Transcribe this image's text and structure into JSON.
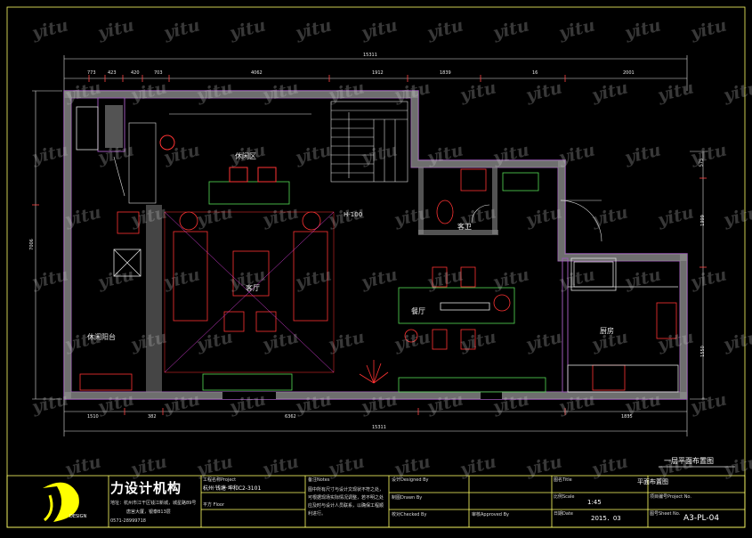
{
  "rooms": {
    "leisure_area": "休闲区",
    "living_room": "客厅",
    "dining_room": "餐厅",
    "kitchen": "厨房",
    "guest_wc": "客卫",
    "leisure_balcony": "休闲阳台",
    "stair_level": "H-100"
  },
  "dimensions": {
    "top_total": "15311",
    "top_segments": [
      "773",
      "423",
      "420",
      "703",
      "4062",
      "1912",
      "1839",
      "16",
      "2001"
    ],
    "bottom_total": "15311",
    "bottom_segments": [
      "1510",
      "382",
      "6362",
      "1835"
    ],
    "left_height": "7006",
    "right_segments": [
      "575",
      "1999",
      "1550"
    ]
  },
  "sheet_title": "一层平面布置图",
  "title_block": {
    "company_name": "力设计机构",
    "logo_label": "DESIGN",
    "address_line1": "地址：杭州市江干区钱江新城，城星路89号",
    "address_line2": "唐宫大厦，银泰B13层",
    "phone": "0571-28999718",
    "project_label": "工程名称Project",
    "project_value": "杭州·钱塘·坤和C2-3101",
    "area_label": "平方 Floor",
    "notes_label": "备注Notes",
    "notes_text": "图中所有尺寸与设计文现状不符之处，可根据现场实际情况调整，若不明之处应及时与设计人员联系，以确保工程顺利进行。",
    "designer_label": "设计Designed By",
    "drawn_label": "制图Drawn By",
    "checked_label": "校对Checked By",
    "approved_label": "审核Approved By",
    "drawing_title_label": "图名Title",
    "drawing_title_value": "平面布置图",
    "scale_label": "比例Scale",
    "scale_value": "1:45",
    "project_no_label": "项目编号Project No.",
    "date_label": "日期Date",
    "date_value": "2015．03",
    "sheet_no_label": "图号Sheet No.",
    "sheet_no_value": "A3-PL-04"
  },
  "watermark": "yitu",
  "colors": {
    "background": "#000000",
    "frame": "#ffff66",
    "wall": "#9b59b6",
    "wall_fill": "#8a8a8a",
    "furniture_red": "#ff3333",
    "furniture_green": "#55dd55",
    "line_white": "#e0e0e0",
    "guide_magenta": "#e040e0"
  }
}
